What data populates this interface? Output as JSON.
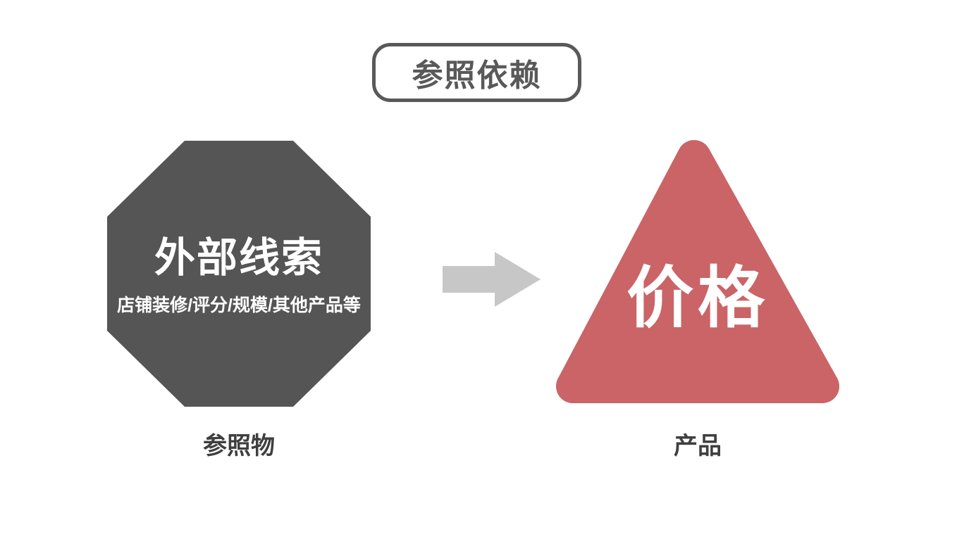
{
  "title": {
    "label": "参照依赖"
  },
  "colors": {
    "octagon": "#555555",
    "triangle": "#CA6467",
    "arrow": "#C7C7C7",
    "title_border_text": "#595959",
    "caption_text": "#3F3F3F",
    "shape_text": "#FFFFFF"
  },
  "diagram": {
    "reference": {
      "shape": "octagon",
      "heading": "外部线索",
      "subheading": "店铺装修/评分/规模/其他产品等",
      "caption": "参照物"
    },
    "arrow": {
      "direction": "right"
    },
    "product": {
      "shape": "triangle",
      "heading": "价格",
      "caption": "产品"
    }
  }
}
